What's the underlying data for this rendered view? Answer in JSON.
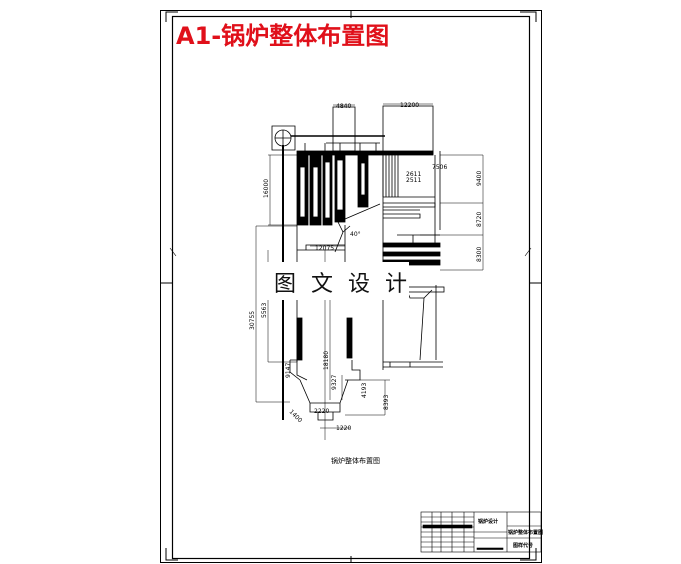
{
  "drawing": {
    "title": "A1-锅炉整体布置图",
    "watermark": "图 文 设 计",
    "caption": "锅炉整体布置图",
    "title_color": "#e0101a",
    "dimensions": {
      "top_left": "4840",
      "top_right": "12200",
      "left_height": "16000",
      "right_upper": "9400",
      "right_middle": "8720",
      "right_lower": "8300",
      "furnace_width": "12075",
      "total_height": "30755",
      "left_inner": "5563",
      "hopper_left": "9147",
      "center_height": "18180",
      "center_lower": "9327",
      "hopper_right": "4193",
      "hopper_far_right": "8393",
      "bottom_width": "2220",
      "outlet_width": "1220",
      "angle_left": "1400",
      "small_a": "7506",
      "small_b": "2611",
      "small_c": "2511",
      "angle": "40°"
    },
    "title_block": {
      "block_label": "锅炉设计",
      "drawing_name": "锅炉整体布置图",
      "sheet_label": "图样代号"
    }
  }
}
